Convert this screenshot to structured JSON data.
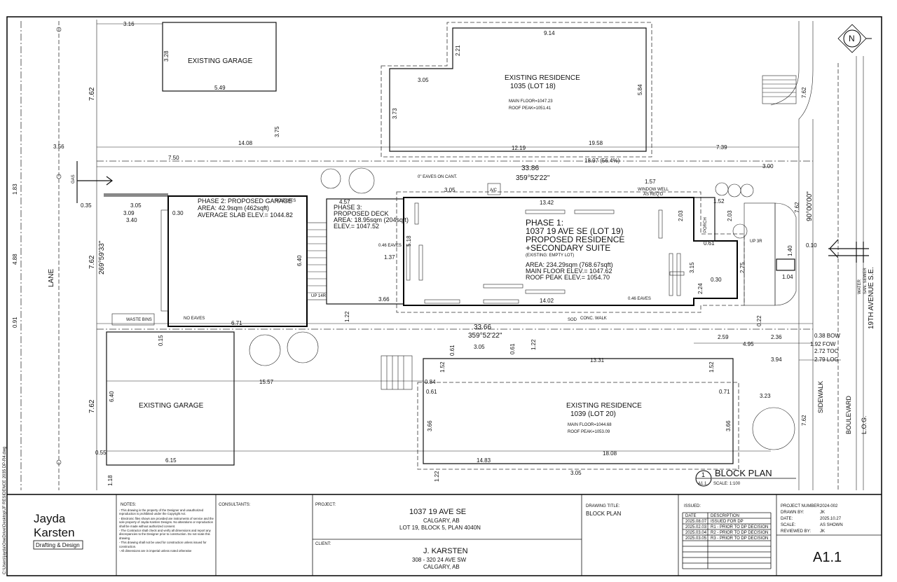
{
  "side_path": "C:\\Users\\jayda\\OneDrive\\Desktop\\JF RESIDENCE 2035 DP-R4.dwg",
  "streets": {
    "lane": "LANE",
    "avenue": "19TH AVENUE S.E.",
    "sidewalk": "SIDEWALK",
    "boulevard": "BOULEVARD",
    "log": "L.O.G.",
    "water": "WATER",
    "san_sewer": "SAN. SEWER",
    "gas": "GAS"
  },
  "labels": {
    "existing_garage_top": "EXISTING GARAGE",
    "existing_garage_bottom": "EXISTING GARAGE",
    "res_1035_title": "EXISTING RESIDENCE",
    "res_1035_lot": "1035 (LOT 18)",
    "res_1035_main": "MAIN FLOOR=1047.23",
    "res_1035_roof": "ROOF PEAK=1051.41",
    "res_1039_title": "EXISTING RESIDENCE",
    "res_1039_lot": "1039 (LOT 20)",
    "res_1039_main": "MAIN FLOOR=1044.68",
    "res_1039_roof": "ROOF PEAK=1053.09",
    "phase2_title": "PHASE 2: PROPOSED GARAGE",
    "phase2_area": "AREA: 42.9sqm (462sqft)",
    "phase2_elev": "AVERAGE SLAB ELEV.= 1044.82",
    "phase3_title": "PHASE 3:",
    "phase3_name": "PROPOSED DECK",
    "phase3_area": "AREA: 18.95sqm (204sqft)",
    "phase3_elev": "ELEV.= 1047.52",
    "phase1_title": "PHASE 1:",
    "phase1_lot": "1037 19 AVE SE (LOT 19)",
    "phase1_name": "PROPOSED RESIDENCE",
    "phase1_suite": "+SECONDARY SUITE",
    "phase1_existing": "(EXISTING: EMPTY LOT)",
    "phase1_area": "AREA:  234.29sqm (768.67sqft)",
    "phase1_main": "MAIN FLOOR ELEV.= 1047.62",
    "phase1_roof": "ROOF PEAK ELEV.= 1054.70",
    "porch": "PORCH",
    "no_eaves": "NO EAVES",
    "no_eaves2": "NO EAVES",
    "eaves_cant": "0\" EAVES ON CANT.",
    "ac": "A/C",
    "window_well": "WINDOW WELL",
    "as_reqd": "AS REQ'D",
    "sod": "SOD",
    "conc_walk": "CONC. WALK",
    "waste_bins": "WASTE BINS",
    "eaves_046": "0.46 EAVES",
    "eaves_046b": "0.46 EAVES",
    "up_3r": "UP 3R",
    "up_14r": "UP 14R",
    "bow": "0.38 BOW",
    "fow": "1.92 FOW",
    "toc": "2.72 TOC",
    "log_dim": "2.79 LOG"
  },
  "dimensions": {
    "d316": "3.16",
    "d328": "3.28",
    "d549": "5.49",
    "d914": "9.14",
    "d221": "2.21",
    "d305a": "3.05",
    "d584": "5.84",
    "d373": "3.73",
    "d375": "3.75",
    "d1219": "12.19",
    "d1958": "19.58",
    "d739": "7.39",
    "d356": "3.56",
    "d1408": "14.08",
    "d762a": "7.62",
    "d750": "7.50",
    "d1897": "18.97 (56.4%)",
    "d3386": "33.86",
    "bearing1": "359°52'22\"",
    "d300": "3.00",
    "d762b": "7.62",
    "bearing_e": "90°00'00\"",
    "d183": "1.83",
    "d035": "0.35",
    "d305b": "3.05",
    "d309": "3.09",
    "d030a": "0.30",
    "d340": "3.40",
    "d762c": "7.62",
    "bearing_w": "269°59'33\"",
    "d488": "4.88",
    "d640": "6.40",
    "d671": "6.71",
    "d457": "4.57",
    "d518": "5.18",
    "d137": "1.37",
    "d366": "3.66",
    "d1342": "13.42",
    "d305c": "3.05",
    "d157": "1.57",
    "d152": "1.52",
    "d203": "2.03",
    "d203b": "2.03",
    "d061a": "0.61",
    "d315": "3.15",
    "d224": "2.24",
    "d275": "2.75",
    "d140": "1.40",
    "d010": "0.10",
    "d104": "1.04",
    "d1402": "14.02",
    "d091": "0.91",
    "d015": "0.15",
    "d122a": "1.22",
    "d3366": "33.66",
    "bearing2": "359°52'22\"",
    "d305d": "3.05",
    "d259": "2.59",
    "d236": "2.36",
    "d495": "4.95",
    "d394": "3.94",
    "d1331": "13.31",
    "d1557": "15.57",
    "d084": "0.84",
    "d152b": "1.52",
    "d152c": "1.52",
    "d071": "0.71",
    "d323": "3.23",
    "d762d": "7.62",
    "d762e": "7.62",
    "d640b": "6.40",
    "d055": "0.55",
    "d615": "6.15",
    "d118": "1.18",
    "d366b": "3.66",
    "d366c": "3.66",
    "d1808": "18.08",
    "d1483": "14.83",
    "d061b": "0.61",
    "d305e": "3.05",
    "d122b": "1.22",
    "d061c": "0.61",
    "d061d": "0.61",
    "d122c": "1.22",
    "d030b": "0.30",
    "d022": "0.22"
  },
  "block_plan": {
    "number": "1",
    "sheet": "A1.1",
    "title": "BLOCK PLAN",
    "scale": "SCALE: 1:100"
  },
  "north": "N",
  "title_block": {
    "company_line1": "Jayda",
    "company_line2": "Karsten",
    "company_line3": "Drafting & Design",
    "notes_header": "NOTES:",
    "notes": [
      "This drawing is the property of the Designer and unauthorized reproduction is prohibited under the Copyright Act.",
      "Electronic files shown are provided are instruments of service and the sole property of Jayda Karsten Designs. No alterations or reproduction shall be made without authorized consent.",
      "The Contractor shall check and verify all dimensions and report any discrepancies to the Designer prior to construction. Do not scale this drawing.",
      "This drawing shall not be used for construction unless issued for construction.",
      "All dimensions are in imperial unless noted otherwise"
    ],
    "consultants_header": "CONSULTANTS:",
    "project_header": "PROJECT:",
    "project_line1": "1037 19 AVE SE",
    "project_line2": "CALGARY, AB",
    "project_line3": "LOT 19, BLOCK 5, PLAN 4040N",
    "client_header": "CLIENT:",
    "client_line1": "J. KARSTEN",
    "client_line2": "308 - 320 24 AVE SW",
    "client_line3": "CALGARY, AB",
    "drawing_title_header": "DRAWING TITLE:",
    "drawing_title": "BLOCK PLAN",
    "issued_header": "ISSUED:",
    "issued_col_date": "DATE",
    "issued_col_desc": "DESCRIPTION",
    "issued": [
      {
        "date": "2025.08.07",
        "desc": "ISSUED FOR DP"
      },
      {
        "date": "2025.02.03",
        "desc": "R1 - PRIOR TO DP DECISION"
      },
      {
        "date": "2025.03.04",
        "desc": "R2 - PRIOR TO DP DECISION"
      },
      {
        "date": "2025.03.05",
        "desc": "R3 - PRIOR TO DP DECISION"
      }
    ],
    "project_number_label": "PROJECT NUMBER:",
    "project_number": "2024-002",
    "drawn_by_label": "DRAWN BY:",
    "drawn_by": "JK",
    "date_label": "DATE:",
    "date": "2025.10.27",
    "scale_label": "SCALE:",
    "scale": "AS SHOWN",
    "reviewed_by_label": "REVIEWED BY:",
    "reviewed_by": "JK",
    "sheet_number": "A1.1"
  }
}
